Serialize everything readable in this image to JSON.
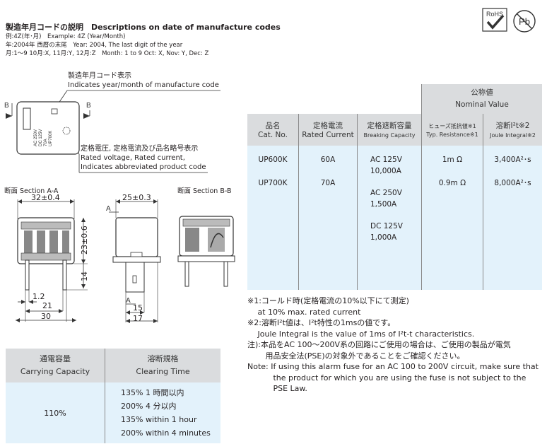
{
  "code_section": {
    "title": "製造年月コードの説明　Descriptions on date of manufacture codes",
    "lines": [
      "例:4Z(年･月)　Example: 4Z (Year/Month)",
      "年:2004年 西暦の末尾　Year: 2004, The last digit of the year",
      "月:1～9 10月:X, 11月:Y, 12月:Z　Month: 1 to 9 Oct: X, Nov: Y, Dec: Z"
    ]
  },
  "badges": {
    "rohs": "RoHS",
    "pb": "Pb"
  },
  "callouts": {
    "code_jp": "製造年月コード表示",
    "code_en": "Indicates year/month of manufacture code",
    "rated_jp": "定格電圧, 定格電流及び品名略号表示",
    "rated_en1": "Rated voltage, Rated current,",
    "rated_en2": "Indicates abbreviated product code"
  },
  "body_marking": [
    "AC 250V",
    "DC 125V",
    "70A",
    "UP700K"
  ],
  "section_labels": {
    "a": "断面 Section A-A",
    "b": "断面 Section B-B"
  },
  "markers": {
    "b": "B",
    "a": "A"
  },
  "dimensions": {
    "d32": "32±0.4",
    "d25": "25±0.3",
    "d23": "23±0.6",
    "d14": "14",
    "d1_2": "1.2",
    "d21": "21",
    "d30": "30",
    "d15": "15",
    "d17": "17"
  },
  "spec_table": {
    "group_jp": "公称値",
    "group_en": "Nominal Value",
    "headers": [
      {
        "jp": "品名",
        "en": "Cat. No."
      },
      {
        "jp": "定格電流",
        "en": "Rated Current"
      },
      {
        "jp": "定格遮断容量",
        "en": "Breaking Capacity"
      },
      {
        "jp": "ヒューズ抵抗値※1",
        "en": "Typ. Resistance※1"
      },
      {
        "jp": "溶断I²t※2",
        "en": "Joule Integral※2"
      }
    ],
    "rows": [
      {
        "cat": "UP600K",
        "current": "60A",
        "resistance": "1m Ω",
        "joule": "3,400A²･s"
      },
      {
        "cat": "UP700K",
        "current": "70A",
        "resistance": "0.9m Ω",
        "joule": "8,000A²･s"
      }
    ],
    "breaking": [
      "AC 125V",
      "10,000A",
      "AC 250V",
      "1,500A",
      "DC 125V",
      "1,000A"
    ]
  },
  "notes": [
    "※1:コールド時(定格電流の10%以下にて測定)",
    "　 at 10% max. rated current",
    "※2:溶断I²t値は、I²t特性の1msの値です。",
    "　 Joule Integral is the value of 1ms of I²t-t characteristics.",
    "注):本品をAC 100～200V系の回路にご使用の場合は、ご使用の製品が電気",
    "　　 用品安全法(PSE)の対象外であることをご確認ください。",
    "Note: If using this alarm fuse for an AC 100 to 200V circuit, make sure that",
    "　　　 the product for which you are using the fuse is not subject to the",
    "　　　 PSE Law."
  ],
  "capacity_table": {
    "headers": [
      {
        "jp": "通電容量",
        "en": "Carrying Capacity"
      },
      {
        "jp": "溶断規格",
        "en": "Clearing Time"
      }
    ],
    "value": "110%",
    "clearing": [
      "135% 1 時間以内",
      "200% 4 分以内",
      "135% within 1 hour",
      "200% within 4 minutes"
    ]
  }
}
